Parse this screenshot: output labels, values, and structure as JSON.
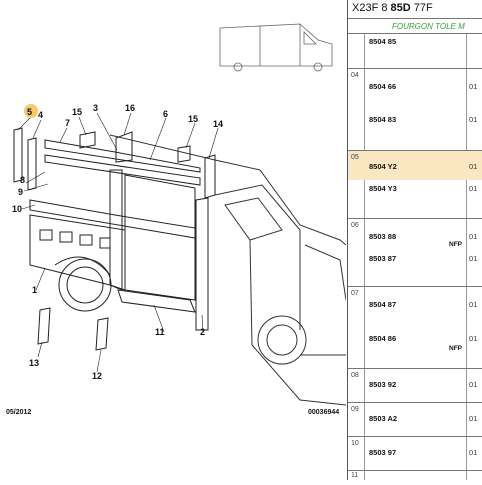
{
  "diagram": {
    "callouts": [
      "5",
      "4",
      "7",
      "3",
      "16",
      "6",
      "15",
      "15",
      "14",
      "9",
      "8",
      "10",
      "1",
      "13",
      "12",
      "11",
      "2"
    ],
    "date_code": "05/2012",
    "ref_code": "00036944"
  },
  "header": {
    "model": "X23F 8",
    "model_bold": "85D",
    "model_suffix": "77F",
    "subtitle": "FOURGON TOLE M"
  },
  "groups": [
    {
      "num": "",
      "parts": [
        {
          "ref": "8504 85",
          "qty": "",
          "nfp": ""
        }
      ]
    },
    {
      "num": "04",
      "parts": [
        {
          "ref": "8504 66",
          "qty": "01",
          "nfp": ""
        },
        {
          "ref": "8504 83",
          "qty": "01",
          "nfp": ""
        }
      ]
    },
    {
      "num": "05",
      "highlight": true,
      "parts": [
        {
          "ref": "8504 Y2",
          "qty": "01",
          "nfp": ""
        },
        {
          "ref": "8504 Y3",
          "qty": "01",
          "nfp": ""
        }
      ]
    },
    {
      "num": "06",
      "parts": [
        {
          "ref": "8503 88",
          "qty": "01",
          "nfp": "NFP"
        },
        {
          "ref": "8503 87",
          "qty": "01",
          "nfp": ""
        }
      ]
    },
    {
      "num": "07",
      "parts": [
        {
          "ref": "8504 87",
          "qty": "01",
          "nfp": ""
        },
        {
          "ref": "8504 86",
          "qty": "01",
          "nfp": "NFP"
        }
      ]
    },
    {
      "num": "08",
      "parts": [
        {
          "ref": "8503 92",
          "qty": "01",
          "nfp": ""
        }
      ]
    },
    {
      "num": "09",
      "parts": [
        {
          "ref": "8503 A2",
          "qty": "01",
          "nfp": ""
        }
      ]
    },
    {
      "num": "10",
      "parts": [
        {
          "ref": "8503 97",
          "qty": "01",
          "nfp": ""
        }
      ]
    },
    {
      "num": "11",
      "parts": []
    }
  ],
  "colors": {
    "highlight": "#fbe6c2",
    "subtitle": "#36a336",
    "callout_marker": "#f6c96b"
  }
}
